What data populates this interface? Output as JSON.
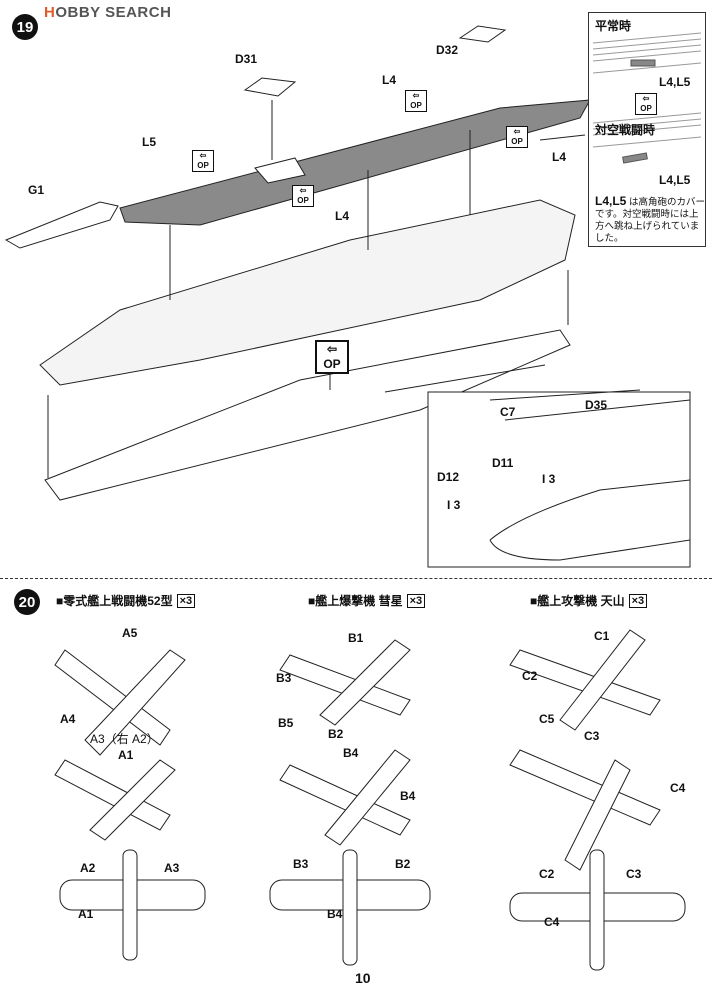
{
  "logo": {
    "prefix": "H",
    "text": "OBBY SEARCH"
  },
  "step19": {
    "number": "19",
    "labels": [
      "D31",
      "D32",
      "L4",
      "L5",
      "G1",
      "L4",
      "L4",
      "C7",
      "D35",
      "D12",
      "D11",
      "I 3",
      "I 3"
    ],
    "op_label": "OP",
    "note": {
      "normal": "平常時",
      "combat": "対空戦闘時",
      "part_ref": "L4,L5",
      "part_ref2": "L4,L5",
      "text_bold": "L4,L5",
      "text": "は高角砲のカバーです。対空戦闘時には上方へ跳ね上げられていました。"
    }
  },
  "step20": {
    "number": "20",
    "sections": [
      {
        "title": "■零式艦上戦闘機52型",
        "qty": "×3",
        "labels": [
          "A5",
          "A4",
          "A3（右 A2）",
          "A1",
          "A2",
          "A3",
          "A1"
        ]
      },
      {
        "title": "■艦上爆撃機 彗星",
        "qty": "×3",
        "labels": [
          "B1",
          "B3",
          "B5",
          "B2",
          "B4",
          "B4",
          "B3",
          "B2",
          "B4"
        ]
      },
      {
        "title": "■艦上攻撃機 天山",
        "qty": "×3",
        "labels": [
          "C1",
          "C2",
          "C5",
          "C3",
          "C4",
          "C2",
          "C3",
          "C4"
        ]
      }
    ]
  },
  "page_number": "10"
}
